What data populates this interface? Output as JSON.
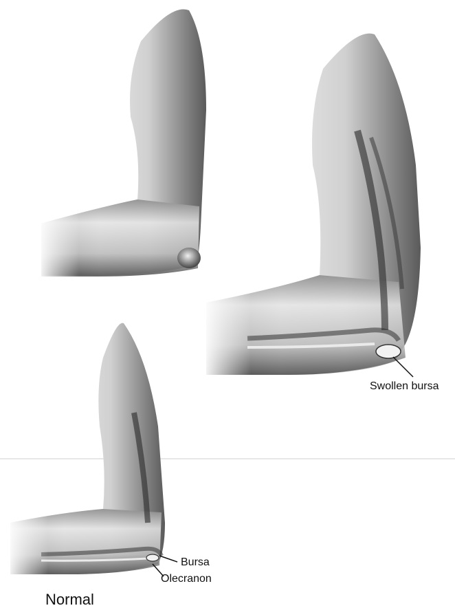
{
  "labels": {
    "swollen_bursa": "Swollen bursa",
    "bursa": "Bursa",
    "olecranon": "Olecranon",
    "normal": "Normal"
  }
}
